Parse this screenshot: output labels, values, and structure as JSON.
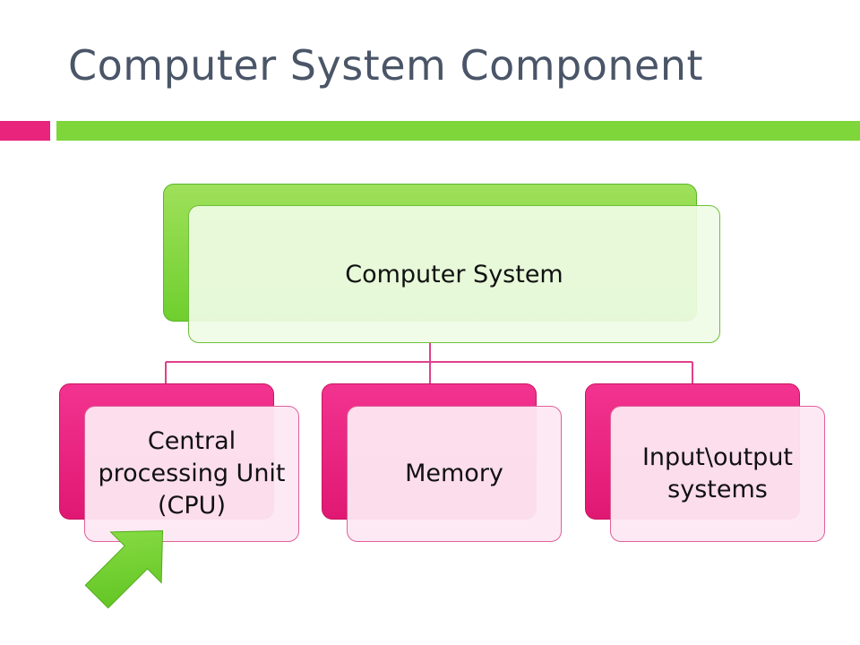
{
  "slide": {
    "title": "Computer System Component"
  },
  "diagram": {
    "root": {
      "label": "Computer System"
    },
    "children": [
      {
        "label": "Central processing Unit (CPU)"
      },
      {
        "label": "Memory"
      },
      {
        "label": "Input\\output systems"
      }
    ]
  },
  "colors": {
    "title": "#4a5568",
    "accent_pink": "#e8247c",
    "accent_green": "#7ed63b",
    "connector": "#e0408c"
  },
  "icons": {
    "pointer": "green-arrow-icon"
  }
}
